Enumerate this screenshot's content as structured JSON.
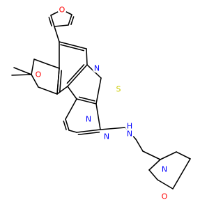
{
  "structure": {
    "atoms": {
      "O_furan": "O",
      "N_pyridine": "N",
      "O_pyran": "O",
      "S_thiophene": "S",
      "N_pyrimidine_1": "N",
      "N_pyrimidine_2": "N",
      "N_amine": "N",
      "H_amine": "H",
      "N_morpholine": "N",
      "O_morpholine": "O"
    },
    "colors": {
      "bond": "#000000",
      "oxygen": "#ff0000",
      "nitrogen": "#0000ff",
      "sulfur": "#cccc00",
      "carbon": "#000000"
    }
  }
}
